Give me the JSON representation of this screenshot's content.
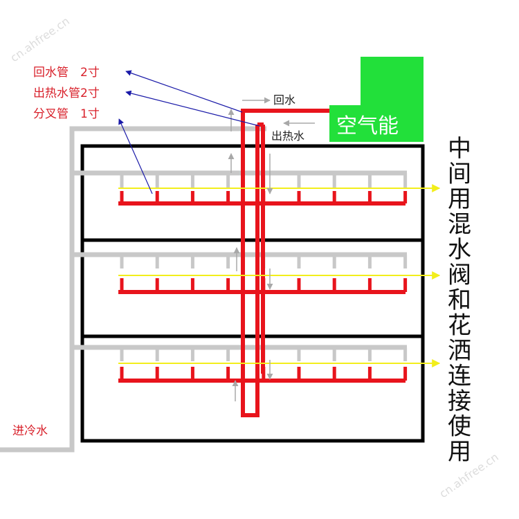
{
  "labels": {
    "return_pipe": "回水管　2寸",
    "hot_pipe": "出热水管2寸",
    "branch_pipe": "分叉管　1寸",
    "return_water": "回水",
    "hot_water_out": "出热水",
    "cold_in": "进冷水",
    "unit_name": "空气能",
    "side_note": "中间用混水阀和花洒连接使用"
  },
  "watermark": "cn.ahfree.cn",
  "colors": {
    "hot": "#e8141c",
    "cold": "#c8c8c8",
    "frame": "#000000",
    "unit": "#22e03a",
    "mix": "#f2ee1a",
    "callout": "#1a1aa8",
    "arrow": "#a8a8a8"
  },
  "floors": 3,
  "taps_per_floor": 9
}
